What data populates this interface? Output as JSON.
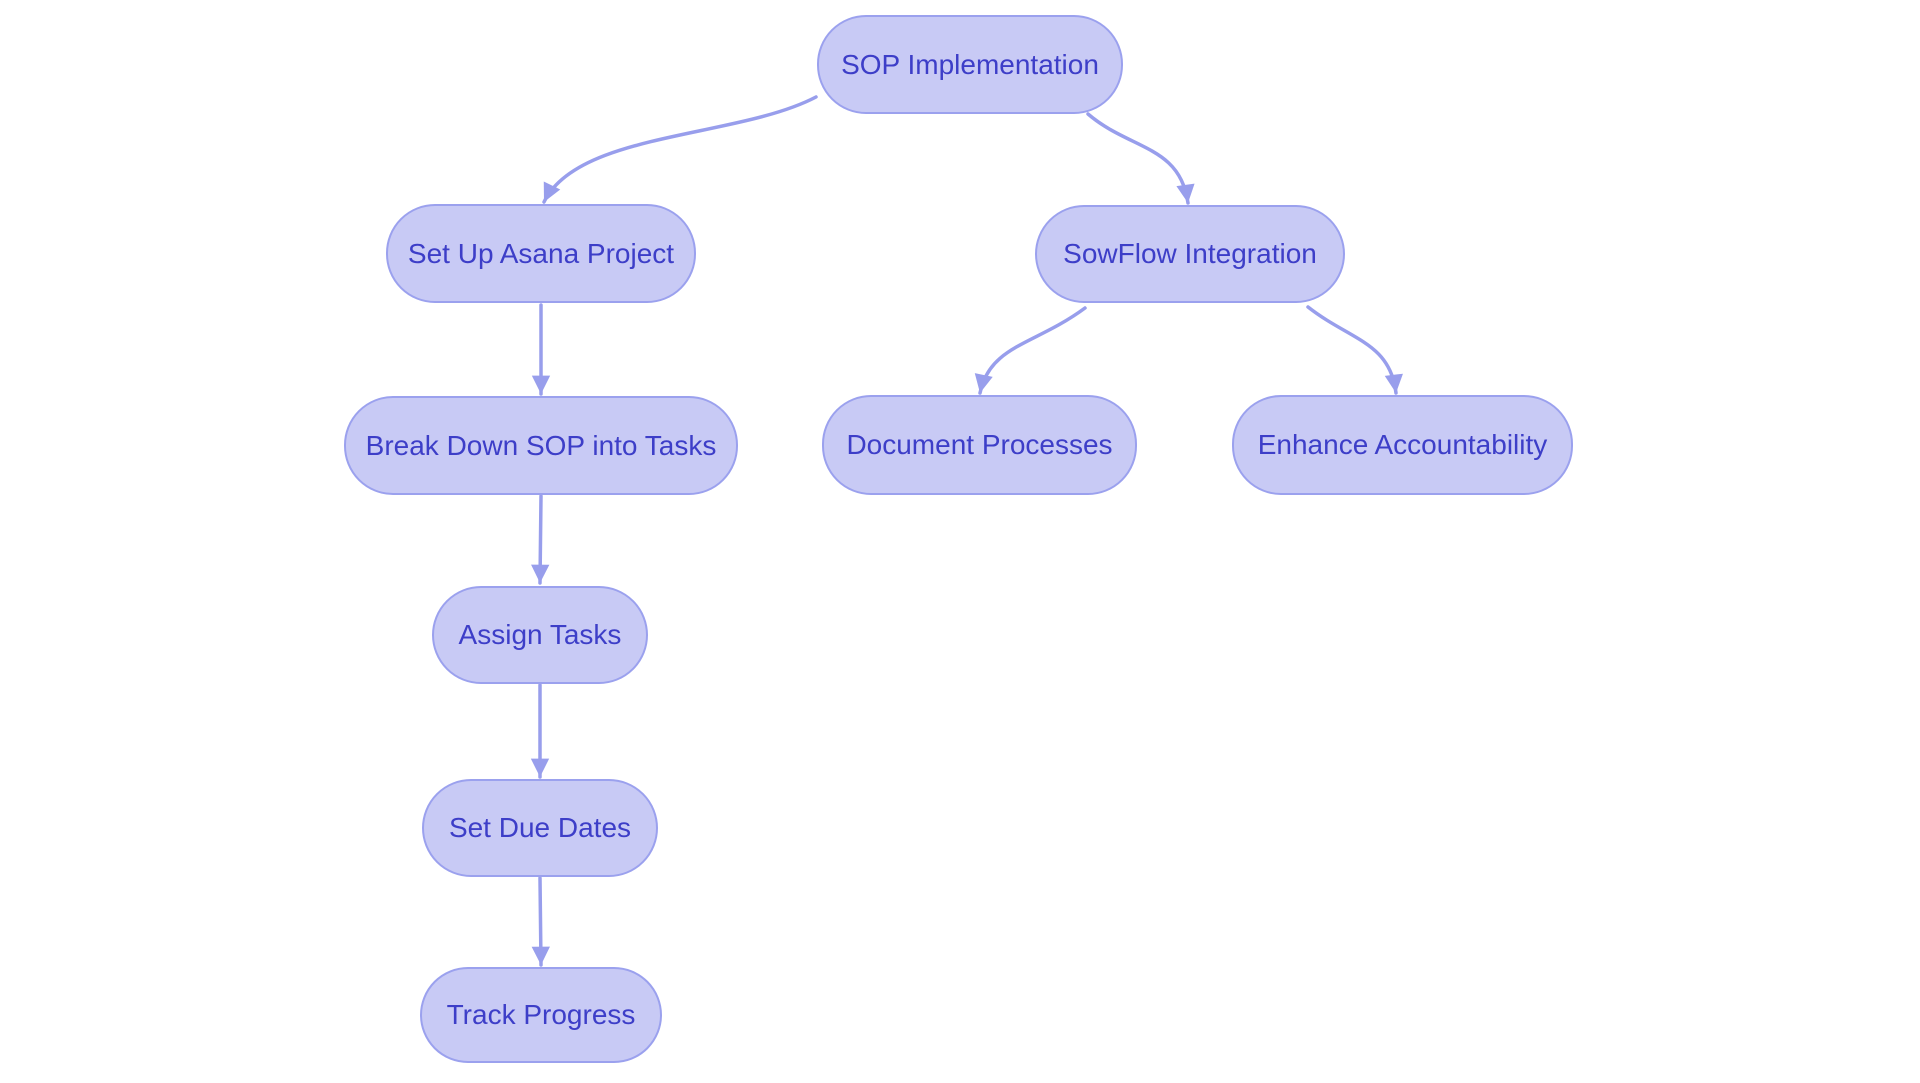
{
  "diagram": {
    "type": "flowchart",
    "nodes": [
      {
        "id": "sop-implementation",
        "label": "SOP Implementation"
      },
      {
        "id": "set-up-asana-project",
        "label": "Set Up Asana Project"
      },
      {
        "id": "sowflow-integration",
        "label": "SowFlow Integration"
      },
      {
        "id": "break-down-sop-into-tasks",
        "label": "Break Down SOP into Tasks"
      },
      {
        "id": "document-processes",
        "label": "Document Processes"
      },
      {
        "id": "enhance-accountability",
        "label": "Enhance Accountability"
      },
      {
        "id": "assign-tasks",
        "label": "Assign Tasks"
      },
      {
        "id": "set-due-dates",
        "label": "Set Due Dates"
      },
      {
        "id": "track-progress",
        "label": "Track Progress"
      }
    ],
    "edges": [
      {
        "from": "sop-implementation",
        "to": "set-up-asana-project"
      },
      {
        "from": "sop-implementation",
        "to": "sowflow-integration"
      },
      {
        "from": "set-up-asana-project",
        "to": "break-down-sop-into-tasks"
      },
      {
        "from": "break-down-sop-into-tasks",
        "to": "assign-tasks"
      },
      {
        "from": "assign-tasks",
        "to": "set-due-dates"
      },
      {
        "from": "set-due-dates",
        "to": "track-progress"
      },
      {
        "from": "sowflow-integration",
        "to": "document-processes"
      },
      {
        "from": "sowflow-integration",
        "to": "enhance-accountability"
      }
    ],
    "colors": {
      "node_fill": "#c8caf5",
      "node_border": "#9ba1ee",
      "node_text": "#3d3ec8",
      "edge": "#989eec",
      "background": "#ffffff"
    }
  }
}
